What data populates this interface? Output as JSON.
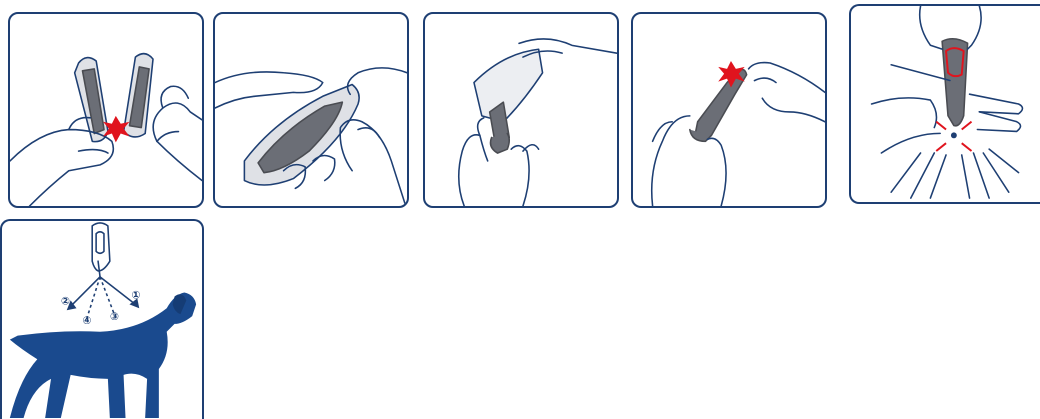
{
  "steps": [
    {
      "id": "step-1",
      "icon": "tear-pipette-from-strip-icon"
    },
    {
      "id": "step-2",
      "icon": "open-blister-pack-icon"
    },
    {
      "id": "step-3",
      "icon": "remove-pipette-from-pack-icon"
    },
    {
      "id": "step-4",
      "icon": "snap-off-pipette-tip-icon"
    },
    {
      "id": "step-5",
      "icon": "part-fur-apply-pipette-icon"
    },
    {
      "id": "step-6",
      "icon": "dog-application-points-icon"
    }
  ],
  "application_points": [
    "①",
    "②",
    "③",
    "④"
  ],
  "colors": {
    "border": "#1e3f73",
    "line": "#1e3f73",
    "pipette": "#6b6e76",
    "highlight": "#e0141e",
    "dog": "#1a4a8e"
  }
}
